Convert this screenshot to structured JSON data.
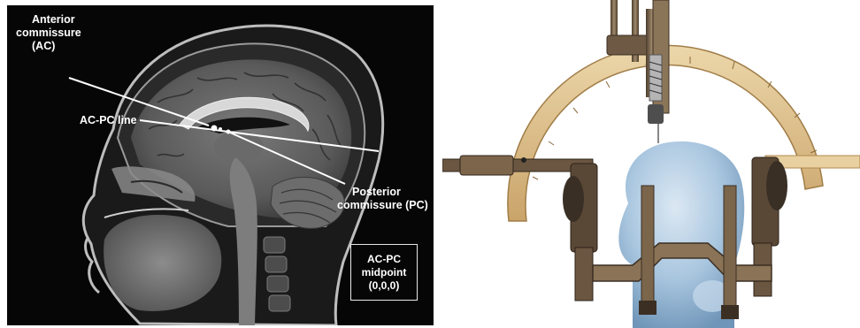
{
  "mri": {
    "labels": {
      "anterior_line1": "Anterior",
      "anterior_line2": "commissure",
      "anterior_line3": "(AC)",
      "acpc_line": "AC-PC line",
      "posterior_line1": "Posterior",
      "posterior_line2": "commissure (PC)",
      "midpoint_line1": "AC-PC",
      "midpoint_line2": "midpoint",
      "midpoint_line3": "(0,0,0)"
    }
  },
  "colors": {
    "mri_background": "#060606",
    "label_text": "#ffffff",
    "arc_wood": "#e0c490",
    "head_blue": "#a9c6df",
    "metal": "#6e5a44"
  }
}
